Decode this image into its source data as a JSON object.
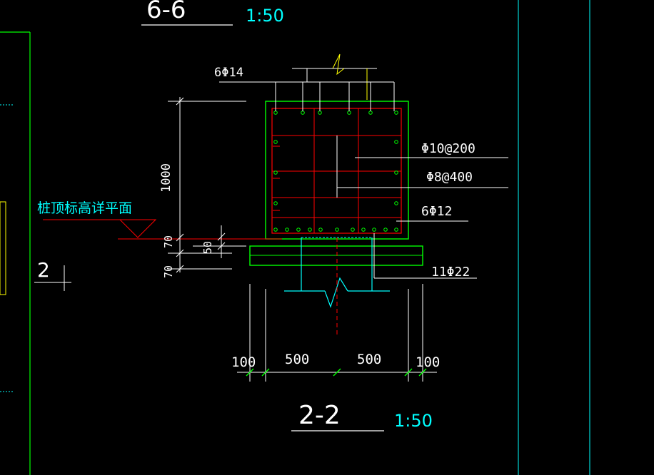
{
  "top_section": {
    "mark": "6-6",
    "scale": "1:50"
  },
  "bottom_section": {
    "mark": "2-2",
    "scale": "1:50"
  },
  "rebar_labels": {
    "top_bars": "6Φ14",
    "stirrup": "Φ10@200",
    "tie": "Φ8@400",
    "side_bars": "6Φ12",
    "pile_bars": "11Φ22"
  },
  "pile_top_label": "桩顶标高详平面",
  "dimensions": {
    "height": "1000",
    "d70a": "70",
    "d50": "50",
    "d70b": "70",
    "b1": "100",
    "b2": "500",
    "b3": "500",
    "b4": "100"
  },
  "grid_mark": "2",
  "colors": {
    "background": "#000000",
    "outline": "#00ff00",
    "rebar": "#ff0000",
    "dim": "#ffffff",
    "cyan": "#00ffff",
    "yellow": "#ffff00",
    "bar_dot": "#00ff00"
  }
}
